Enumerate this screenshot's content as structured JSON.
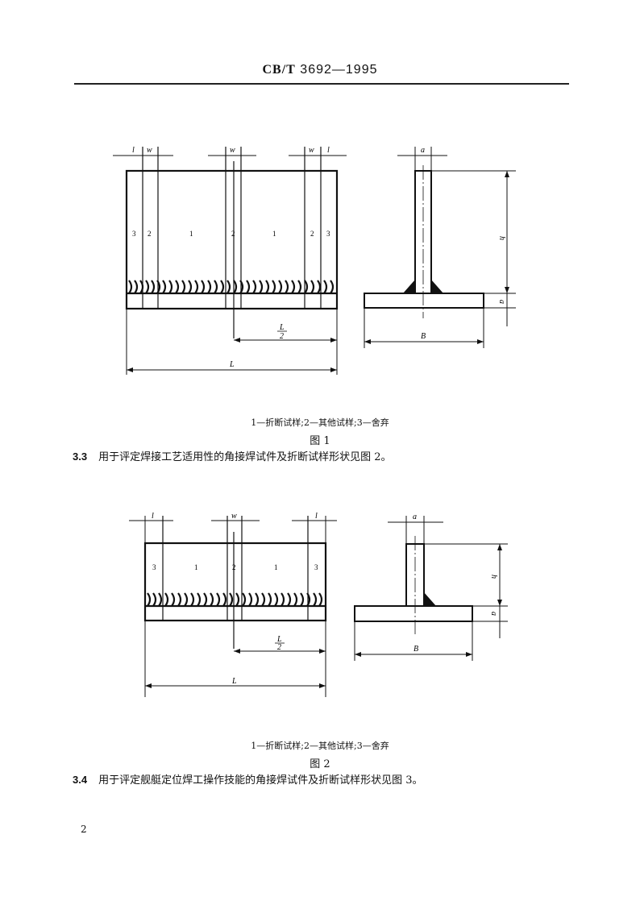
{
  "header": {
    "standard_prefix": "CB/T",
    "standard_number": "3692—1995"
  },
  "figure1": {
    "dimension_labels": {
      "l": "l",
      "w": "w",
      "a": "a",
      "h": "h",
      "L": "L",
      "L_half_num": "L",
      "L_half_den": "2",
      "B": "B"
    },
    "zone_labels": [
      "3",
      "2",
      "1",
      "2",
      "1",
      "2",
      "3"
    ],
    "legend": "1—折断试样;2—其他试样;3—舍弃",
    "title": "图 1"
  },
  "section_3_3": {
    "number": "3.3",
    "text": "用于评定焊接工艺适用性的角接焊试件及折断试样形状见图 2。"
  },
  "figure2": {
    "dimension_labels": {
      "l": "l",
      "w": "w",
      "a": "a",
      "h": "h",
      "L": "L",
      "L_half_num": "L",
      "L_half_den": "2",
      "B": "B"
    },
    "zone_labels": [
      "3",
      "1",
      "2",
      "1",
      "3"
    ],
    "legend": "1—折断试样;2—其他试样;3—舍弃",
    "title": "图 2"
  },
  "section_3_4": {
    "number": "3.4",
    "text": "用于评定舰艇定位焊工操作技能的角接焊试件及折断试样形状见图 3。"
  },
  "footer": {
    "page_number": "2"
  }
}
